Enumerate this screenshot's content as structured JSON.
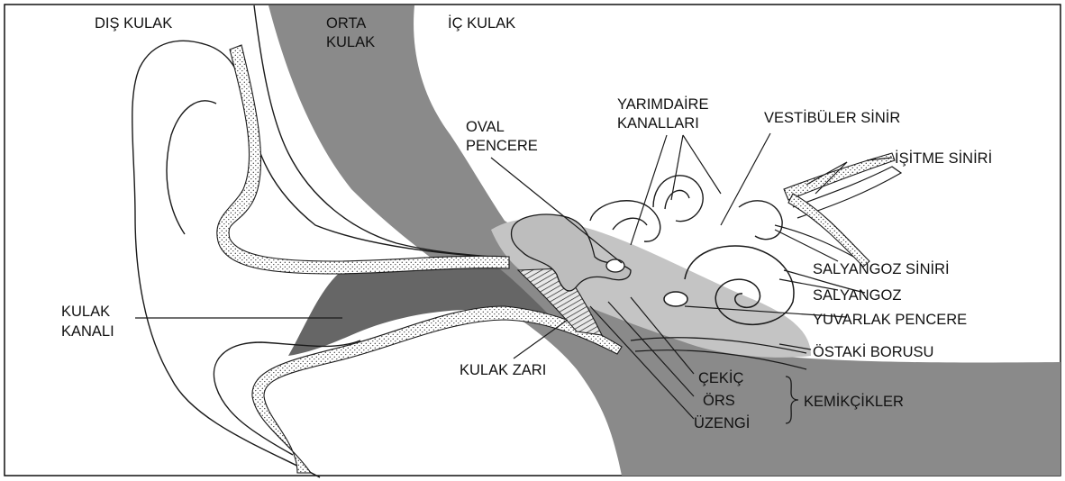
{
  "regions": {
    "outer_ear": "DIŞ KULAK",
    "middle_ear_line1": "ORTA",
    "middle_ear_line2": "KULAK",
    "inner_ear": "İÇ KULAK"
  },
  "labels": {
    "semicircular_line1": "YARIMDAİRE",
    "semicircular_line2": "KANALLARI",
    "vestibular_nerve": "VESTİBÜLER SİNİR",
    "auditory_nerve": "İŞİTME SİNİRİ",
    "oval_window_line1": "OVAL",
    "oval_window_line2": "PENCERE",
    "cochlear_nerve": "SALYANGOZ SİNİRİ",
    "cochlea": "SALYANGOZ",
    "round_window": "YUVARLAK PENCERE",
    "eustachian_tube": "ÖSTAKİ BORUSU",
    "ear_canal_line1": "KULAK",
    "ear_canal_line2": "KANALI",
    "eardrum": "KULAK ZARI",
    "malleus": "ÇEKİÇ",
    "incus": "ÖRS",
    "stapes": "ÜZENGİ",
    "ossicles": "KEMİKÇİKLER"
  },
  "colors": {
    "bone": "#8a8a8a",
    "canal": "#666666",
    "tissue": "#c4c4c4",
    "line": "#1a1a1a"
  }
}
